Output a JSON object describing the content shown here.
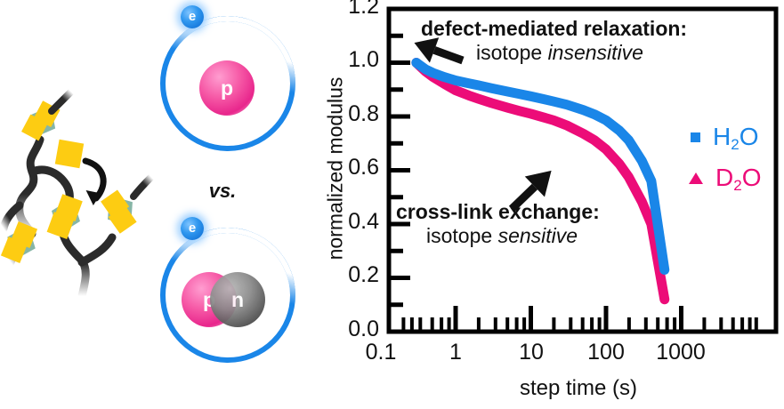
{
  "figure": {
    "kind": "graphical-abstract",
    "vs_label": "vs.",
    "atoms": [
      {
        "name": "protium",
        "electron": "e",
        "nucleons": [
          {
            "label": "p",
            "type": "proton"
          }
        ]
      },
      {
        "name": "deuterium",
        "electron": "e",
        "nucleons": [
          {
            "label": "p",
            "type": "proton"
          },
          {
            "label": "n",
            "type": "neutron"
          }
        ]
      }
    ],
    "polymer": {
      "name": "dynamic-crosslinked-polymer-network",
      "chain_color": "#2b2b2b",
      "crosslink_square_color": "#fdcc12",
      "crosslink_wedge_color": "#86b5a6",
      "exchange_arrow": "curved-arrow"
    }
  },
  "chart_data": {
    "type": "line",
    "title": "",
    "xlabel": "step time (s)",
    "ylabel": "normalized modulus",
    "xscale": "log",
    "xlim": [
      0.06,
      3000
    ],
    "ylim": [
      0.0,
      1.2
    ],
    "xticks": [
      "0.1",
      "1",
      "10",
      "100",
      "1000"
    ],
    "xtick_values": [
      0.1,
      1,
      10,
      100,
      1000
    ],
    "yticks": [
      "0.0",
      "0.2",
      "0.4",
      "0.6",
      "0.8",
      "1.0",
      "1.2"
    ],
    "ytick_values": [
      0.0,
      0.2,
      0.4,
      0.6,
      0.8,
      1.0,
      1.2
    ],
    "grid": false,
    "legend_position": "center-right",
    "series": [
      {
        "name": "H2O",
        "label_main": "H",
        "label_sub": "2",
        "label_tail": "O",
        "marker": "square",
        "color": "#1a86e8",
        "x": [
          0.3,
          0.4,
          0.5,
          0.7,
          1.0,
          1.5,
          2.0,
          3.0,
          5.0,
          7.0,
          10,
          15,
          20,
          30,
          50,
          70,
          100,
          150,
          200,
          300,
          400,
          600
        ],
        "y": [
          1.0,
          0.975,
          0.962,
          0.947,
          0.934,
          0.923,
          0.916,
          0.905,
          0.892,
          0.884,
          0.875,
          0.864,
          0.856,
          0.844,
          0.824,
          0.808,
          0.786,
          0.748,
          0.712,
          0.635,
          0.56,
          0.23
        ]
      },
      {
        "name": "D2O",
        "label_main": "D",
        "label_sub": "2",
        "label_tail": "O",
        "marker": "triangle",
        "color": "#ec0c78",
        "x": [
          0.3,
          0.4,
          0.5,
          0.7,
          1.0,
          1.5,
          2.0,
          3.0,
          5.0,
          7.0,
          10,
          15,
          20,
          30,
          50,
          70,
          100,
          150,
          200,
          300,
          400,
          600
        ],
        "y": [
          1.0,
          0.967,
          0.947,
          0.922,
          0.897,
          0.878,
          0.866,
          0.85,
          0.832,
          0.821,
          0.81,
          0.796,
          0.786,
          0.767,
          0.736,
          0.712,
          0.678,
          0.624,
          0.575,
          0.483,
          0.4,
          0.12
        ]
      }
    ],
    "annotations": [
      {
        "name": "defect-annotation",
        "line1": "defect-mediated relaxation:",
        "line2_prefix": "isotope ",
        "line2_emphasis": "insensitive",
        "arrow": "arrow-pointing-down-left"
      },
      {
        "name": "crosslink-annotation",
        "line1": "cross-link exchange:",
        "line2_prefix": "isotope ",
        "line2_emphasis": "sensitive",
        "arrow": "arrow-pointing-up-right"
      }
    ]
  },
  "colors": {
    "h2o_blue": "#1a86e8",
    "d2o_pink": "#ec0c78",
    "proton_pink": "#ef3f9b",
    "neutron_gray": "#6e6e6e",
    "crosslink_yellow": "#fdcc12",
    "crosslink_teal": "#86b5a6",
    "chain_dark": "#2b2b2b",
    "axis_black": "#000000"
  }
}
